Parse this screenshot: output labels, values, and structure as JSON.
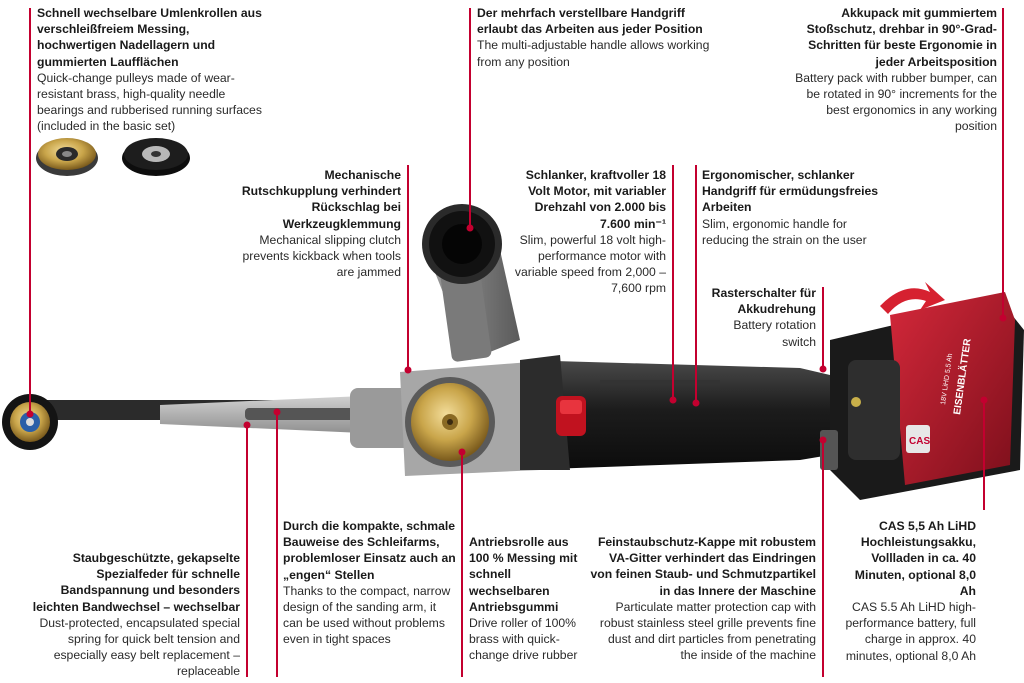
{
  "callouts": {
    "pulleys": {
      "de": "Schnell wechselbare Umlenkrollen aus verschleißfreiem Messing, hochwertigen Nadellagern und gummierten Laufflächen",
      "en": "Quick-change pulleys made of wear-resistant brass, high-quality needle bearings and rubberised running surfaces (included in the basic set)"
    },
    "handle": {
      "de": "Der mehrfach verstellbare Handgriff erlaubt das Arbeiten aus jeder Position",
      "en": "The multi-adjustable handle allows working from any position"
    },
    "battery_pack": {
      "de": "Akkupack mit gummiertem Stoßschutz, drehbar in 90°-Grad-Schritten für beste Ergonomie in jeder Arbeitsposition",
      "en": "Battery pack with rubber bumper, can be rotated in 90° increments for the best ergonomics in any working position"
    },
    "clutch": {
      "de": "Mechanische Rutschkupplung verhindert Rückschlag bei Werkzeugklemmung",
      "en": "Mechanical slipping clutch prevents kickback when tools are jammed"
    },
    "motor": {
      "de": "Schlanker, kraftvoller 18 Volt Motor, mit variabler Drehzahl von 2.000 bis 7.600 min⁻¹",
      "en": "Slim, powerful 18 volt high-performance motor with variable speed from 2,000 – 7,600 rpm"
    },
    "grip": {
      "de": "Ergonomischer, schlanker Handgriff für ermüdungsfreies Arbeiten",
      "en": "Slim, ergonomic handle for reducing the strain on the user"
    },
    "rotation_switch": {
      "de": "Rasterschalter für Akkudrehung",
      "en": "Battery rotation switch"
    },
    "spring": {
      "de": "Staubgeschützte, gekapselte Spezialfeder für schnelle Bandspannung und besonders leichten Bandwechsel – wechselbar",
      "en": "Dust-protected, encapsulated special spring for quick belt tension and especially easy belt replacement – replaceable"
    },
    "compact_arm": {
      "de": "Durch die kompakte, schmale Bauweise des Schleifarms, problemloser Einsatz auch an „engen“ Stellen",
      "en": "Thanks to the compact, narrow design of the sanding arm, it can be used without problems even in tight spaces"
    },
    "drive_roller": {
      "de": "Antriebsrolle aus 100 % Messing mit schnell wechselbaren Antriebsgummi",
      "en": "Drive roller of 100% brass with quick-change drive rubber"
    },
    "dust_cap": {
      "de": "Feinstaubschutz-Kappe mit robustem VA-Gitter verhindert das Eindringen von feinen Staub- und Schmutzpartikel in das Innere der Maschine",
      "en": "Particulate matter protection cap with robust stainless steel grille prevents fine dust and dirt particles from penetrating the inside of the machine"
    },
    "battery_cas": {
      "de": "CAS 5,5 Ah LiHD Hochleistungsakku, Vollladen in ca. 40 Minuten, optional 8,0 Ah",
      "en": "CAS 5.5 Ah LiHD high-performance battery, full charge in approx. 40 minutes, optional 8,0 Ah"
    }
  },
  "battery_labels": {
    "brand": "EISENBLÄTTER",
    "spec": "18V LiHD 5,5 Ah",
    "cas": "CAS"
  },
  "colors": {
    "accent": "#c3002f",
    "body": "#1e1e1e",
    "brass": "#c9a54a",
    "battery": "#b3192a"
  }
}
